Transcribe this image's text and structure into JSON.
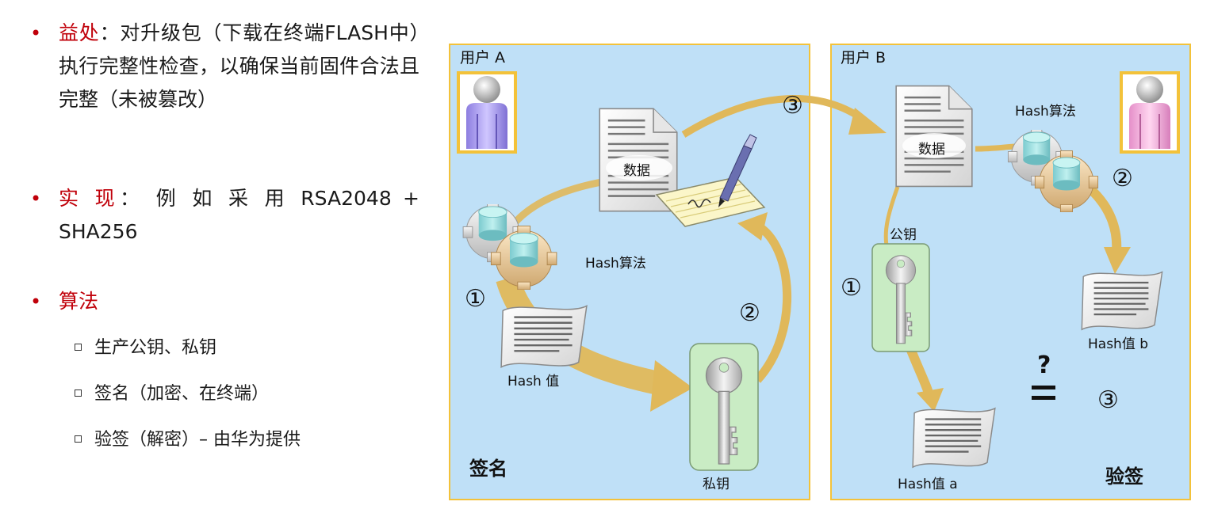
{
  "bullets": [
    {
      "head": "益处",
      "sep": "：",
      "text": "对升级包（下载在终端FLASH中）执行完整性检查，以确保当前固件合法且完整（未被篡改）"
    },
    {
      "head": "实 现",
      "sep": "：",
      "text": " 例 如 采 用 RSA2048   + SHA256"
    },
    {
      "head": "算法",
      "sep": "",
      "text": ""
    }
  ],
  "sub_items": [
    "生产公钥、私钥",
    "签名（加密、在终端）",
    "验签（解密）– 由华为提供"
  ],
  "panel_a": {
    "user": "用户 A",
    "data_label": "数据",
    "hash_algo": "Hash算法",
    "hash_value": "Hash 值",
    "private_key": "私钥",
    "title": "签名",
    "step1": "①",
    "step2": "②",
    "step3": "③"
  },
  "panel_b": {
    "user": "用户 B",
    "data_label": "数据",
    "hash_algo": "Hash算法",
    "public_key": "公钥",
    "hash_b": "Hash值 b",
    "hash_a": "Hash值 a",
    "title": "验签",
    "question": "?",
    "equals": "=",
    "step1": "①",
    "step2": "②",
    "step3": "③"
  },
  "colors": {
    "accent_red": "#c0000a",
    "panel_bg": "#bfe0f7",
    "panel_border": "#f3c23a",
    "arrow": "#e0b85a",
    "user_a": "#b6a8f0",
    "user_b": "#f4b8e0",
    "key_bg": "#c9ecc4"
  }
}
